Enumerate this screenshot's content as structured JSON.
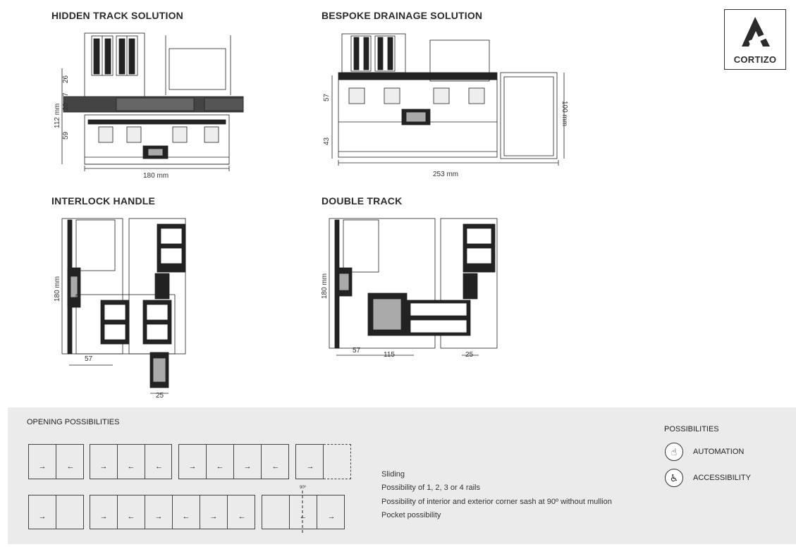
{
  "sections": {
    "hidden_track": {
      "title": "HIDDEN TRACK SOLUTION",
      "width": "180 mm",
      "height": "112 mm",
      "d1": "26",
      "d2": "7",
      "d3": "20",
      "d4": "59"
    },
    "bespoke_drainage": {
      "title": "BESPOKE DRAINAGE SOLUTION",
      "width": "253 mm",
      "d1": "57",
      "d2": "43",
      "height": "100 mm"
    },
    "interlock_handle": {
      "title": "INTERLOCK HANDLE",
      "height": "180 mm",
      "d1": "57",
      "d2": "25"
    },
    "double_track": {
      "title": "DOUBLE TRACK",
      "height": "180 mm",
      "d1": "57",
      "d2": "115",
      "d3": "25"
    }
  },
  "logo": {
    "name": "CORTIZO",
    "icon": "cortizo-a-icon"
  },
  "opening": {
    "title": "OPENING POSSIBILITIES",
    "row1": [
      {
        "panes": [
          "→",
          "←"
        ]
      },
      {
        "panes": [
          "→",
          "←",
          "←"
        ]
      },
      {
        "panes": [
          "→",
          "←",
          "→",
          "←"
        ]
      },
      {
        "panes": [
          "→",
          ""
        ],
        "pocket": true
      }
    ],
    "row2": [
      {
        "panes": [
          "→",
          ""
        ]
      },
      {
        "panes": [
          "→",
          "←",
          "→",
          "←",
          "→",
          "←"
        ]
      },
      {
        "panes": [
          "",
          "←",
          "→"
        ],
        "angle": "90º"
      }
    ]
  },
  "info": {
    "lines": [
      "Sliding",
      "Possibility of 1, 2, 3 or 4 rails",
      "Possibility of interior and exterior corner sash at 90º without mullion",
      "Pocket possibility"
    ]
  },
  "possibilities": {
    "title": "POSSIBILITIES",
    "items": [
      {
        "label": "AUTOMATION",
        "icon": "hand-touch-icon"
      },
      {
        "label": "ACCESSIBILITY",
        "icon": "wheelchair-icon"
      }
    ]
  }
}
